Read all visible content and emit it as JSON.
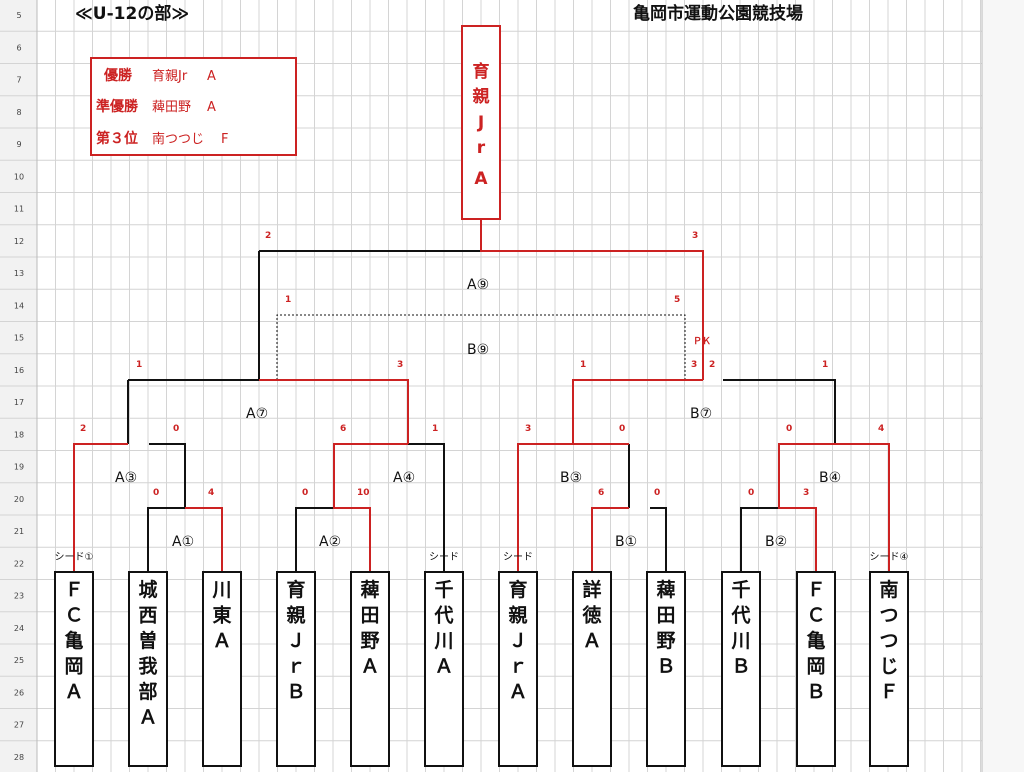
{
  "header": {
    "division": "≪U-12の部≫",
    "venue": "亀岡市運動公園競技場"
  },
  "rows": [
    "5",
    "6",
    "7",
    "8",
    "9",
    "10",
    "11",
    "12",
    "13",
    "14",
    "15",
    "16",
    "17",
    "18",
    "19",
    "20",
    "21",
    "22",
    "23",
    "24",
    "25",
    "26",
    "27",
    "28"
  ],
  "results": [
    {
      "rank": "優勝",
      "team": "育親Jr",
      "suffix": "A"
    },
    {
      "rank": "準優勝",
      "team": "薭田野",
      "suffix": "A"
    },
    {
      "rank": "第３位",
      "team": "南つつじ",
      "suffix": "F"
    }
  ],
  "champion": [
    "育",
    "親",
    "J",
    "r",
    "",
    "A"
  ],
  "teams": [
    {
      "seed": "シード①",
      "chars": [
        "Ｆ",
        "Ｃ",
        "亀",
        "岡",
        "Ａ"
      ]
    },
    {
      "seed": "",
      "chars": [
        "城",
        "西",
        "曽",
        "我",
        "部",
        "Ａ"
      ]
    },
    {
      "seed": "",
      "chars": [
        "川",
        "東",
        "Ａ"
      ]
    },
    {
      "seed": "",
      "chars": [
        "育",
        "親",
        "Ｊ",
        "ｒ",
        "Ｂ"
      ]
    },
    {
      "seed": "",
      "chars": [
        "薭",
        "田",
        "野",
        "Ａ"
      ]
    },
    {
      "seed": "シード",
      "chars": [
        "千",
        "代",
        "川",
        "Ａ"
      ]
    },
    {
      "seed": "シード",
      "chars": [
        "育",
        "親",
        "Ｊ",
        "ｒ",
        "Ａ"
      ]
    },
    {
      "seed": "",
      "chars": [
        "詳",
        "徳",
        "Ａ"
      ]
    },
    {
      "seed": "",
      "chars": [
        "薭",
        "田",
        "野",
        "Ｂ"
      ]
    },
    {
      "seed": "",
      "chars": [
        "千",
        "代",
        "川",
        "Ｂ"
      ]
    },
    {
      "seed": "",
      "chars": [
        "Ｆ",
        "Ｃ",
        "亀",
        "岡",
        "Ｂ"
      ]
    },
    {
      "seed": "シード④",
      "chars": [
        "南",
        "つ",
        "つ",
        "じ",
        "Ｆ"
      ]
    }
  ],
  "matches": {
    "A1": {
      "label": "A①",
      "left": "0",
      "right": "4"
    },
    "A2": {
      "label": "A②",
      "left": "0",
      "right": "10"
    },
    "B1": {
      "label": "B①",
      "left": "6",
      "right": "0"
    },
    "B2": {
      "label": "B②",
      "left": "0",
      "right": "3"
    },
    "A3": {
      "label": "A③",
      "left": "2",
      "right": "0"
    },
    "A4": {
      "label": "A④",
      "left": "6",
      "right": "1"
    },
    "B3": {
      "label": "B③",
      "left": "3",
      "right": "0"
    },
    "B4": {
      "label": "B④",
      "left": "0",
      "right": "4"
    },
    "A7": {
      "label": "A⑦",
      "left": "1",
      "right": "3"
    },
    "B7": {
      "label": "B⑦",
      "left": "1",
      "right": "1"
    },
    "A9": {
      "label": "A⑨",
      "left": "2",
      "right": "3"
    },
    "B9": {
      "label": "B⑨",
      "left": "1",
      "right": "5",
      "pk": "ＰＫ",
      "pk_left": "3",
      "pk_right": "2"
    }
  },
  "colors": {
    "win": "#cc2222",
    "line": "#111111",
    "grid": "#d4d4d4",
    "header_bg": "#f2f2f2"
  }
}
